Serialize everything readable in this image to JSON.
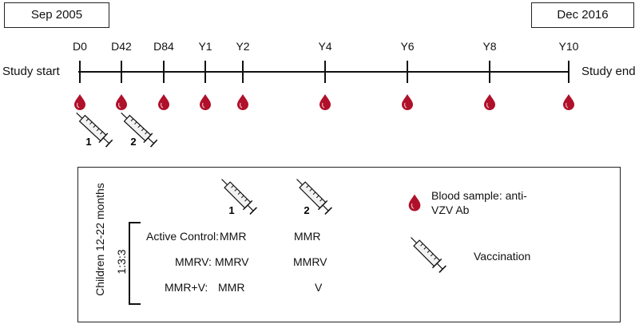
{
  "dates": {
    "start": "Sep 2005",
    "end": "Dec 2016"
  },
  "timeline": {
    "start_label": "Study start",
    "end_label": "Study end",
    "timepoints": [
      "D0",
      "D42",
      "D84",
      "Y1",
      "Y2",
      "Y4",
      "Y6",
      "Y8",
      "Y10"
    ],
    "vaccination_numbers": [
      "1",
      "2"
    ]
  },
  "legend": {
    "population": "Children 12-22 months",
    "ratio": "1:3:3",
    "dose_headers": [
      "1",
      "2"
    ],
    "groups": [
      {
        "name": "Active Control:",
        "dose1": "MMR",
        "dose2": "MMR"
      },
      {
        "name": "MMRV:",
        "dose1": "MMRV",
        "dose2": "MMRV"
      },
      {
        "name": "MMR+V:",
        "dose1": "MMR",
        "dose2": "V"
      }
    ],
    "blood_sample_line1": "Blood sample: anti-",
    "blood_sample_line2": "VZV Ab",
    "vaccination": "Vaccination"
  },
  "colors": {
    "blood_drop": "#b0102a",
    "syringe_fill": "#f2f2f2",
    "line": "#111111"
  },
  "icons": [
    "blood-drop-icon",
    "syringe-icon"
  ]
}
